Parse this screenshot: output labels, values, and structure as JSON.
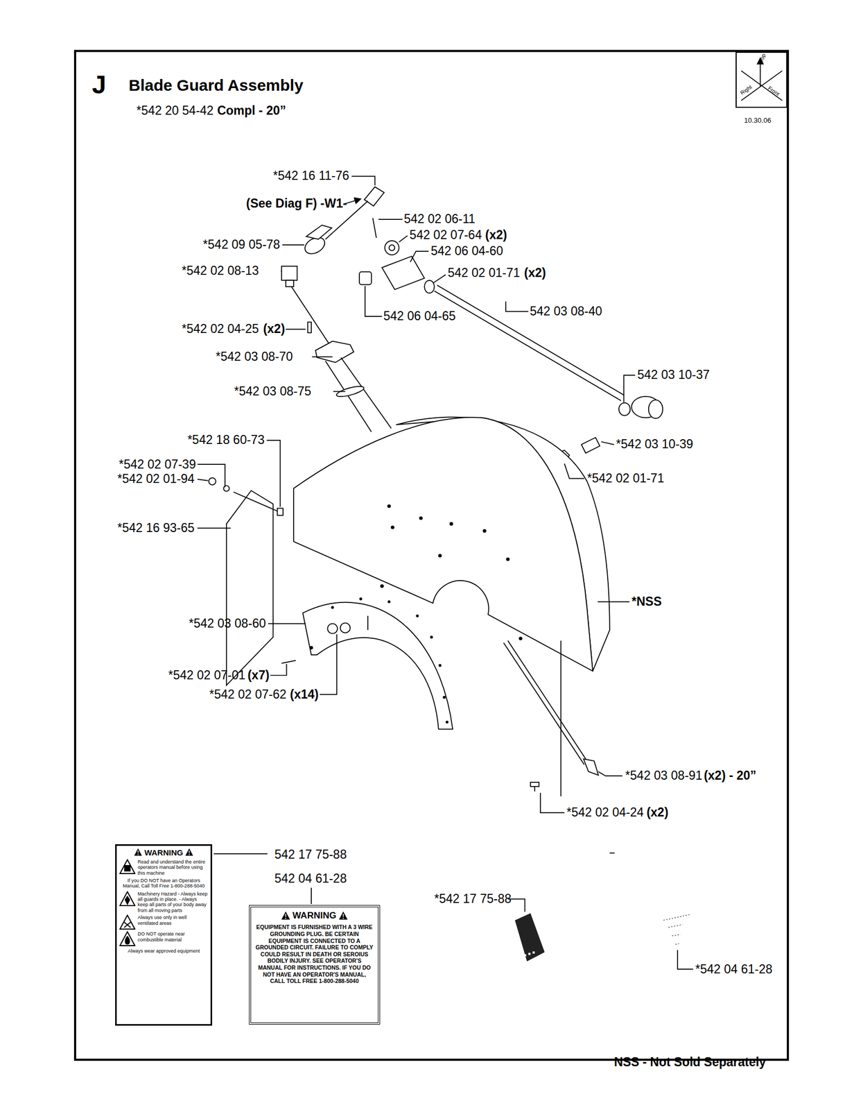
{
  "diagram": {
    "title": "Blade Guard Assembly",
    "nodes": [
      {
        "text": [
          "Top",
          "Right",
          "Front"
        ]
      },
      {
        "text": [
          "WARNING",
          "Read and understand the entire operators manual before using this machine",
          "If you DO NOT have an Operators Manual, Call Toll Free 1-800-288-5040",
          "Machinery Hazard - Always keep all guards in place. - Always keep all parts of your body away from all moving parts",
          "Always use only in well ventilated areas",
          "DO NOT operate near combustible material",
          "Always wear approved equipment"
        ]
      },
      {
        "text": [
          "WARNING",
          "EQUIPMENT IS FURNISHED WITH A 3 WIRE GROUNDING PLUG. BE CERTAIN EQUIPMENT IS CONNECTED TO A GROUNDED CIRCUIT. FAILURE TO COMPLY COULD RESULT IN DEATH OR SEROIUS BODILY INJURY. SEE OPERATOR'S MANUAL FOR INSTRUCTIONS. IF YOU DO NOT HAVE AN OPERATOR'S MANUAL, CALL TOLL FREE 1-800-288-5040"
        ]
      }
    ],
    "labels": [
      "J",
      "*542 20 54-42",
      "Compl - 20”",
      "10.30.06",
      "*542 16 11-76",
      "(See Diag F) -W1-",
      "542 02 06-11",
      "542 02 07-64",
      "(x2)",
      "*542 09 05-78",
      "542 06 04-60",
      "*542 02 08-13",
      "542 02 01-71",
      "(x2)",
      "542 03 08-40",
      "542 06 04-65",
      "*542 02 04-25",
      "(x2)",
      "*542 03 08-70",
      "542 03 10-37",
      "*542 03 08-75",
      "*542 18 60-73",
      "*542 03 10-39",
      "*542 02 07-39",
      "*542 02 01-94",
      "*542 02 01-71",
      "*542 16 93-65",
      "*NSS",
      "*542 03 08-60",
      "*542 02 07-01",
      "(x7)",
      "*542 02 07-62",
      "(x14)",
      "*542 03 08-91",
      "(x2) - 20”",
      "*542 02 04-24",
      "(x2)",
      "542 17 75-88",
      "542 04 61-28",
      "*542 17 75-88",
      "*542 04 61-28",
      "NSS - Not Sold Separately"
    ]
  }
}
